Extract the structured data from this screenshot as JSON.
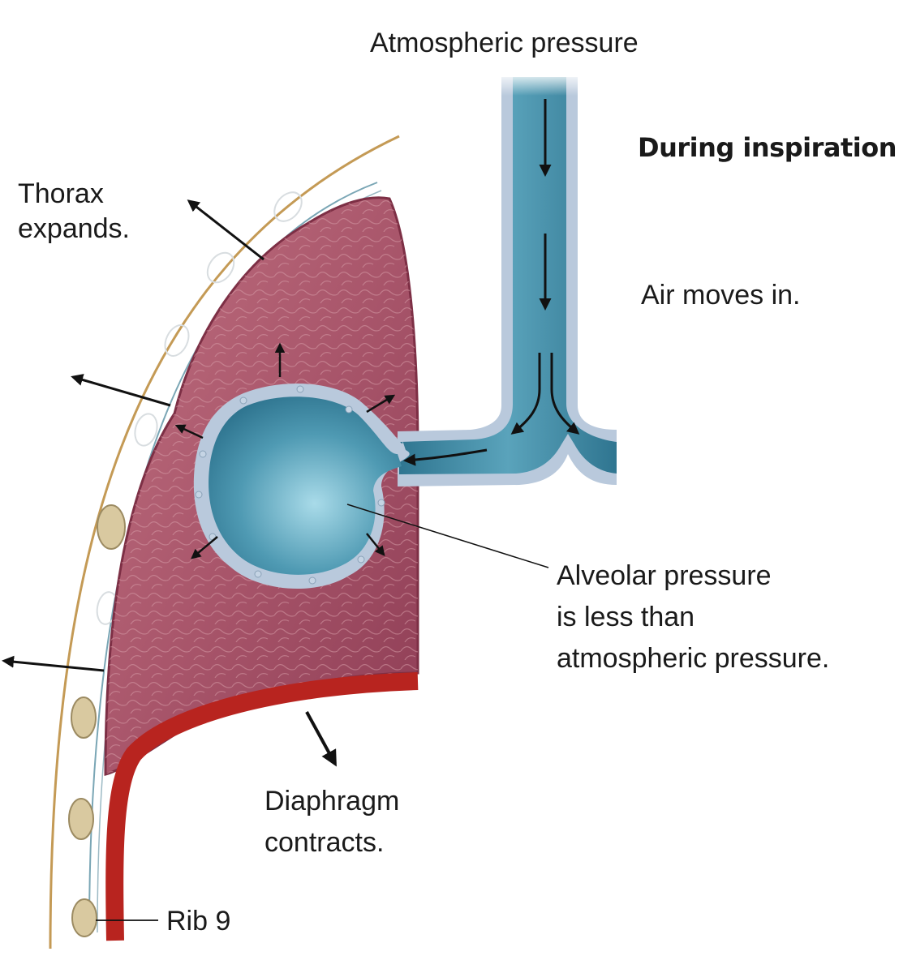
{
  "labels": {
    "atmospheric_pressure": "Atmospheric pressure",
    "during_inspiration": "During inspiration",
    "thorax_expands": [
      "Thorax",
      "expands."
    ],
    "air_moves_in": "Air moves in.",
    "alveolar_pressure": [
      "Alveolar pressure",
      "is less than",
      "atmospheric pressure."
    ],
    "diaphragm_contracts": [
      "Diaphragm",
      "contracts."
    ],
    "rib_9": "Rib 9"
  },
  "colors": {
    "lung": "#a8556a",
    "lung_edge": "#7d2f45",
    "airway": "#3e8aa3",
    "airway_wall": "#b9c9dc",
    "diaphragm": "#b8241f",
    "thorax_wall": "#c49a55",
    "rib": "#d9c9a0",
    "arrow": "#111111"
  }
}
